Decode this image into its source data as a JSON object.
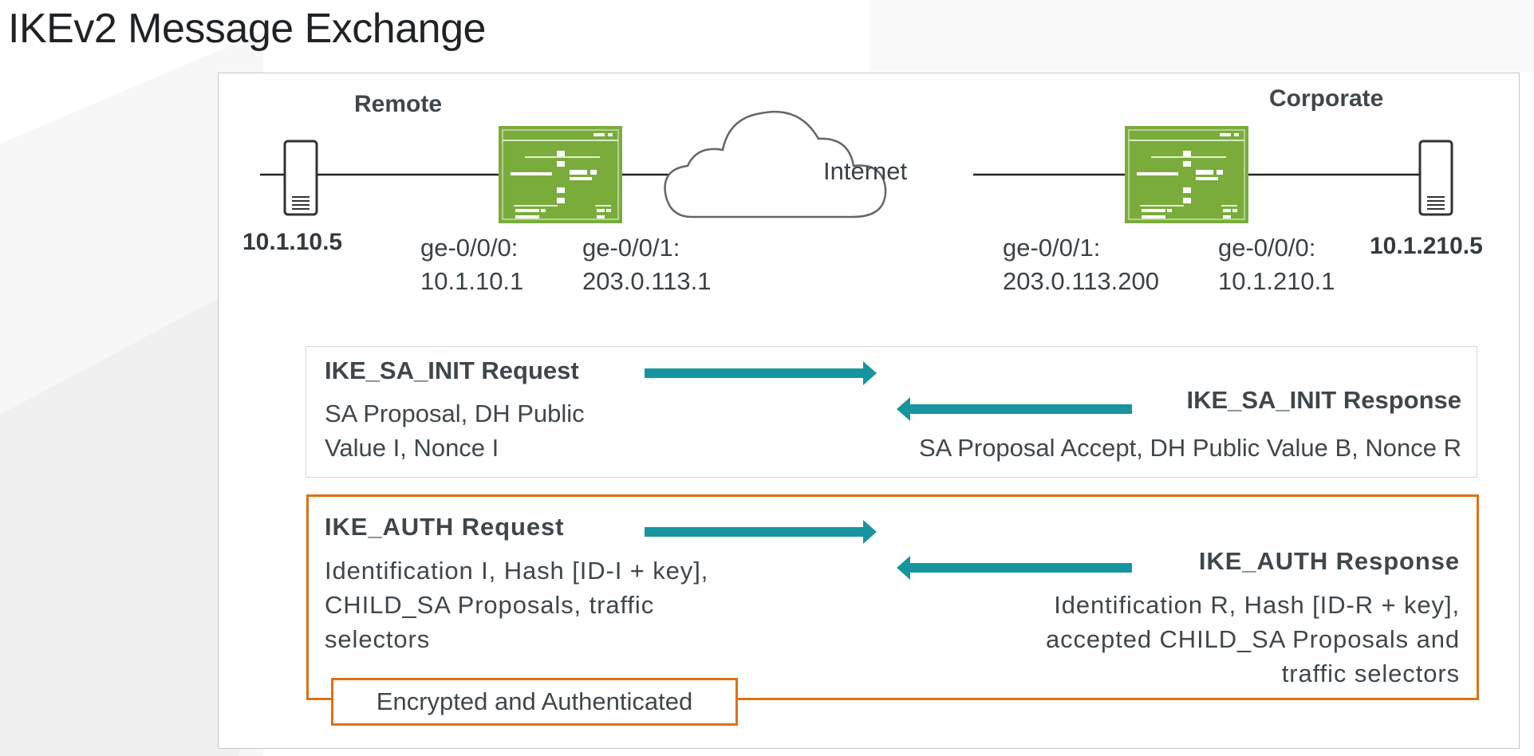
{
  "title": "IKEv2 Message Exchange",
  "colors": {
    "router_green": "#7aac3c",
    "arrow_teal": "#17959f",
    "encrypted_orange": "#de7114"
  },
  "sites": {
    "remote": {
      "label": "Remote",
      "host_ip": "10.1.10.5",
      "inside_iface": {
        "name": "ge-0/0/0:",
        "ip": "10.1.10.1"
      },
      "outside_iface": {
        "name": "ge-0/0/1:",
        "ip": "203.0.113.1"
      }
    },
    "corporate": {
      "label": "Corporate",
      "host_ip": "10.1.210.5",
      "outside_iface": {
        "name": "ge-0/0/1:",
        "ip": "203.0.113.200"
      },
      "inside_iface": {
        "name": "ge-0/0/0:",
        "ip": "10.1.210.1"
      }
    }
  },
  "internet_label": "Internet",
  "sa_init": {
    "request_title": "IKE_SA_INIT Request",
    "request_body": [
      "SA Proposal, DH Public",
      "Value I, Nonce I"
    ],
    "response_title": "IKE_SA_INIT Response",
    "response_body": [
      "SA Proposal Accept, DH Public Value B, Nonce R"
    ]
  },
  "auth": {
    "request_title": "IKE_AUTH Request",
    "request_body": [
      "Identification I, Hash [ID-I + key],",
      "CHILD_SA Proposals, traffic",
      "selectors"
    ],
    "response_title": "IKE_AUTH Response",
    "response_body": [
      "Identification R, Hash [ID-R + key],",
      "accepted CHILD_SA Proposals and",
      "traffic selectors"
    ]
  },
  "encrypted_label": "Encrypted and Authenticated"
}
